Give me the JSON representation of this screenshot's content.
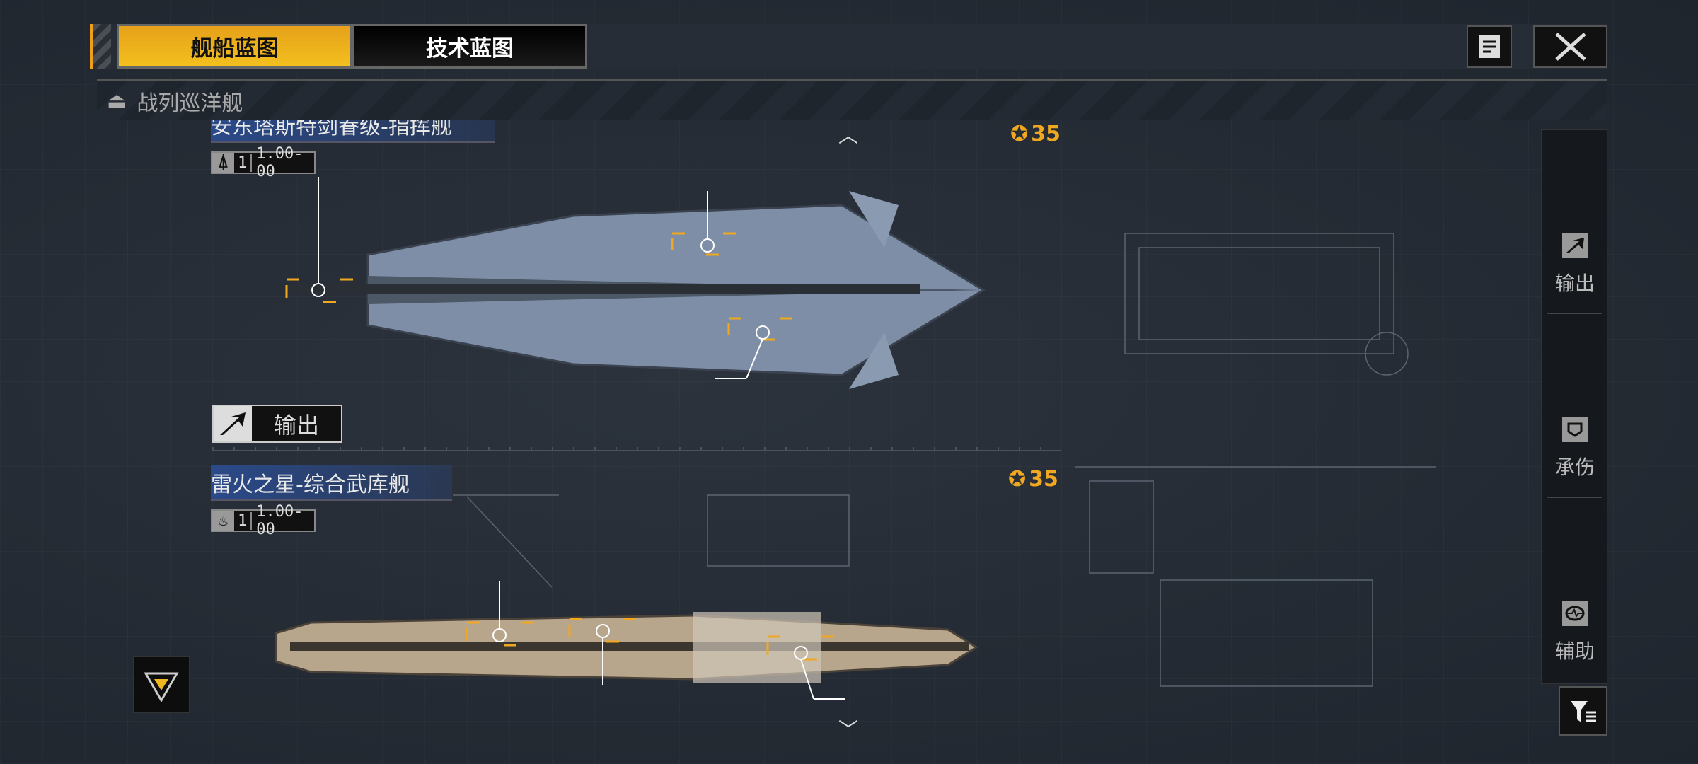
{
  "tabs": [
    {
      "label": "舰船蓝图",
      "active": true
    },
    {
      "label": "技术蓝图",
      "active": false
    }
  ],
  "category": "战列巡洋舰",
  "ships": [
    {
      "name": "安东塔斯特剑眷级-指挥舰",
      "level": "1",
      "value": "1.00-00",
      "cost": "35",
      "role": "输出"
    },
    {
      "name": "雷火之星-综合武库舰",
      "level": "1",
      "value": "1.00-00",
      "cost": "35"
    }
  ],
  "side_filters": [
    {
      "label": "输出",
      "icon": "arrow-burst-icon"
    },
    {
      "label": "承伤",
      "icon": "shield-icon"
    },
    {
      "label": "辅助",
      "icon": "heartbeat-icon"
    }
  ],
  "colors": {
    "accent": "#f0a820",
    "panel": "#15191e"
  }
}
